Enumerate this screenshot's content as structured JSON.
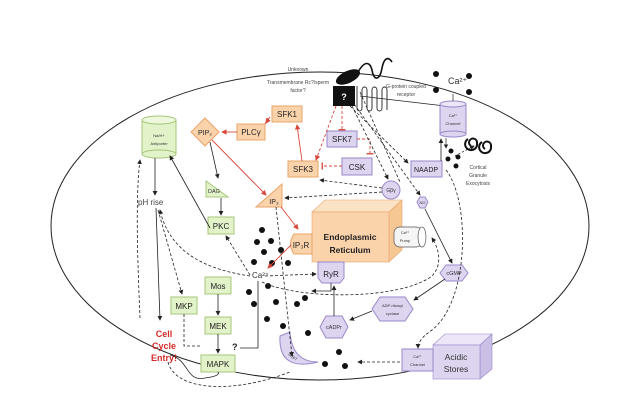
{
  "colors": {
    "orange_fill": "#fbd3ab",
    "orange_stroke": "#e8a46a",
    "green_fill": "#e2f2c9",
    "green_stroke": "#a6c77c",
    "purple_fill": "#ddd4f0",
    "purple_stroke": "#9a88c8",
    "red_arrow": "#d9463a",
    "red_text": "#d42a2a",
    "line": "#222222"
  },
  "top": {
    "unknown_label": "Unknown",
    "transmembrane_label": "Transmembrane Rc?/sperm",
    "factor_label": "factor?",
    "question_box": "?",
    "gpcr_label_1": "G-protein coupled",
    "gpcr_label_2": "receptor",
    "ca_outside": "Ca²⁺"
  },
  "nodes": {
    "na_h_1": "Na/H+",
    "na_h_2": "Antiporter",
    "pip2": "PIP₂",
    "plcg": "PLCγ",
    "sfk1": "SFK1",
    "sfk7": "SFK7",
    "sfk3": "SFK3",
    "csk": "CSK",
    "naadp": "NAADP",
    "ca_channel_top_1": "Ca²⁺",
    "ca_channel_top_2": "Channel",
    "cortical_1": "Cortical",
    "cortical_2": "Granule",
    "cortical_3": "Exocytosis",
    "dag": "DAG",
    "gbg": "Gβγ",
    "ip3": "IP₃",
    "no": "NO",
    "ph_rise": "pH rise",
    "pkc": "PKC",
    "er_1": "Endoplasmic",
    "er_2": "Reticulum",
    "ip3r": "IP₃R",
    "ca_pump_1": "Ca²⁺",
    "ca_pump_2": "Pump",
    "ca_center": "Ca²⁺",
    "ryr": "RyR",
    "cgmp": "cGMP",
    "mos": "Mos",
    "mkp": "MKP",
    "mek": "MEK",
    "mapk": "MAPK",
    "question_mark": "?",
    "adp_ribosyl_1": "ADP-ribosyl",
    "adp_ribosyl_2": "cyclase",
    "cadpr": "cADPr",
    "irbit": "IRBIT",
    "cell_cycle_1": "Cell",
    "cell_cycle_2": "Cycle",
    "cell_cycle_3": "Entry!",
    "ca_channel_bottom_1": "Ca²⁺",
    "ca_channel_bottom_2": "Channel",
    "acidic_1": "Acidic",
    "acidic_2": "Stores"
  }
}
